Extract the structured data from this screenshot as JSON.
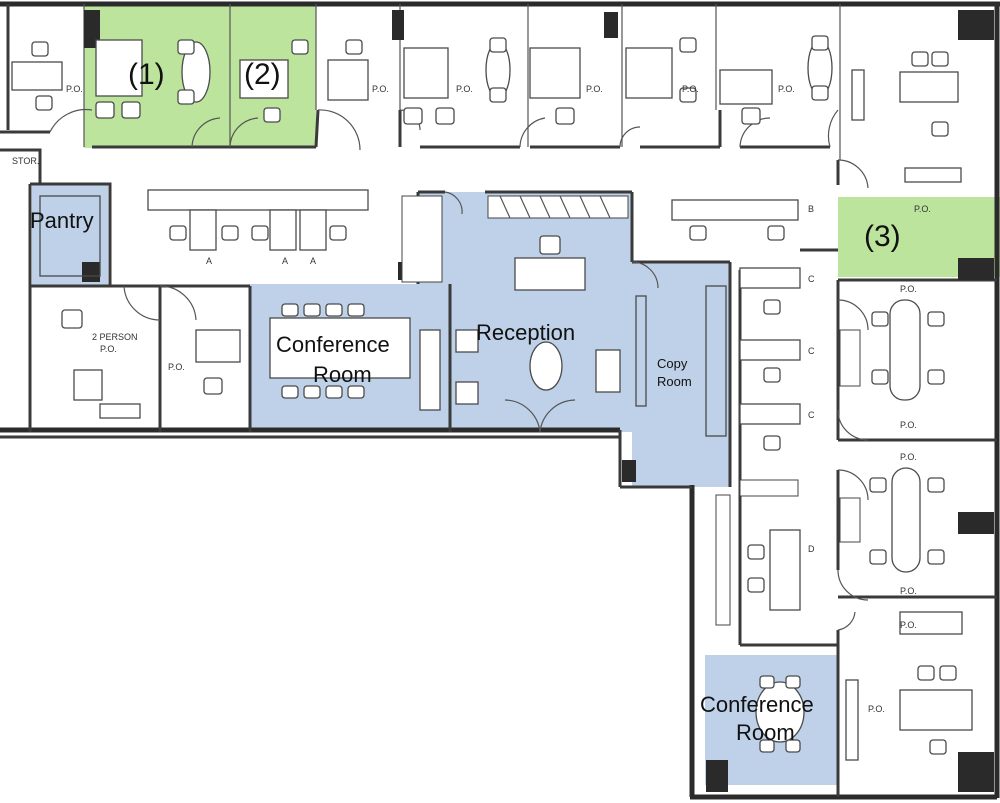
{
  "highlighted_rooms": {
    "pantry": "Pantry",
    "conference_main": [
      "Conference",
      "Room"
    ],
    "reception": "Reception",
    "copy_room": [
      "Copy",
      "Room"
    ],
    "conference_lower": [
      "Conference",
      "Room"
    ]
  },
  "numbered_offices": {
    "office_1": "(1)",
    "office_2": "(2)",
    "office_3": "(3)"
  },
  "plan_labels": {
    "po": "P.O.",
    "stor": "STOR.",
    "two_person_line1": "2 PERSON",
    "two_person_line2": "P.O.",
    "ws_a": "A",
    "ws_b": "B",
    "ws_c": "C",
    "ws_d": "D"
  },
  "colors": {
    "shared_space_highlight": "#a9c1e0",
    "numbered_office_highlight": "#a7db7c",
    "walls": "#3a3a3a"
  }
}
